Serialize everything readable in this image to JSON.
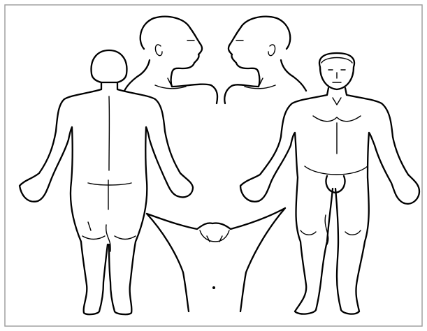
{
  "figure": {
    "kind": "body-chart-line-drawing",
    "views": [
      "posterior",
      "right-lateral-head",
      "left-lateral-head",
      "anterior",
      "perineum"
    ],
    "colors": {
      "background": "#ffffff",
      "ink": "#000000",
      "frame": "#9a9a9a"
    }
  }
}
